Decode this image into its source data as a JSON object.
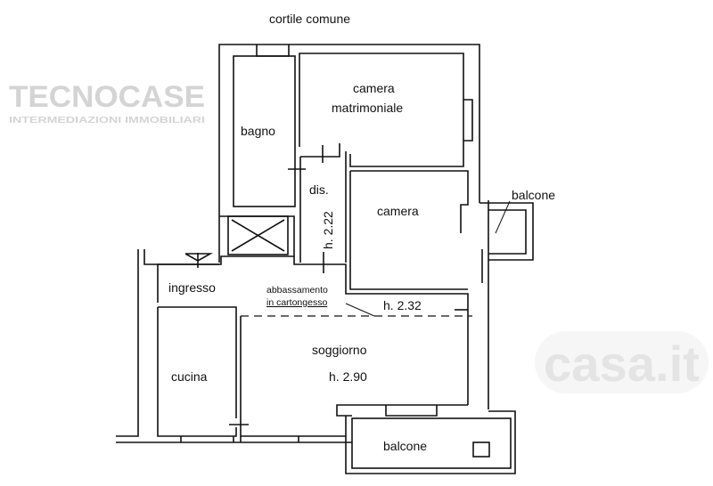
{
  "plan": {
    "courtyard_label": "cortile comune",
    "rooms": {
      "bagno": "bagno",
      "camera_matrimoniale_1": "camera",
      "camera_matrimoniale_2": "matrimoniale",
      "dis": "dis.",
      "dis_height": "h. 2.22",
      "camera": "camera",
      "balcone_side": "balcone",
      "ingresso": "ingresso",
      "ceiling_note_1": "abbassamento",
      "ceiling_note_2": "in cartongesso",
      "lowered_height": "h. 2.32",
      "soggiorno": "soggiorno",
      "soggiorno_height": "h. 2.90",
      "cucina": "cucina",
      "balcone_bottom": "balcone"
    },
    "watermarks": {
      "agency": "TECNOCASE",
      "agency_sub": "INTERMEDIAZIONI IMMOBILIARI",
      "portal": "casa.it"
    }
  }
}
